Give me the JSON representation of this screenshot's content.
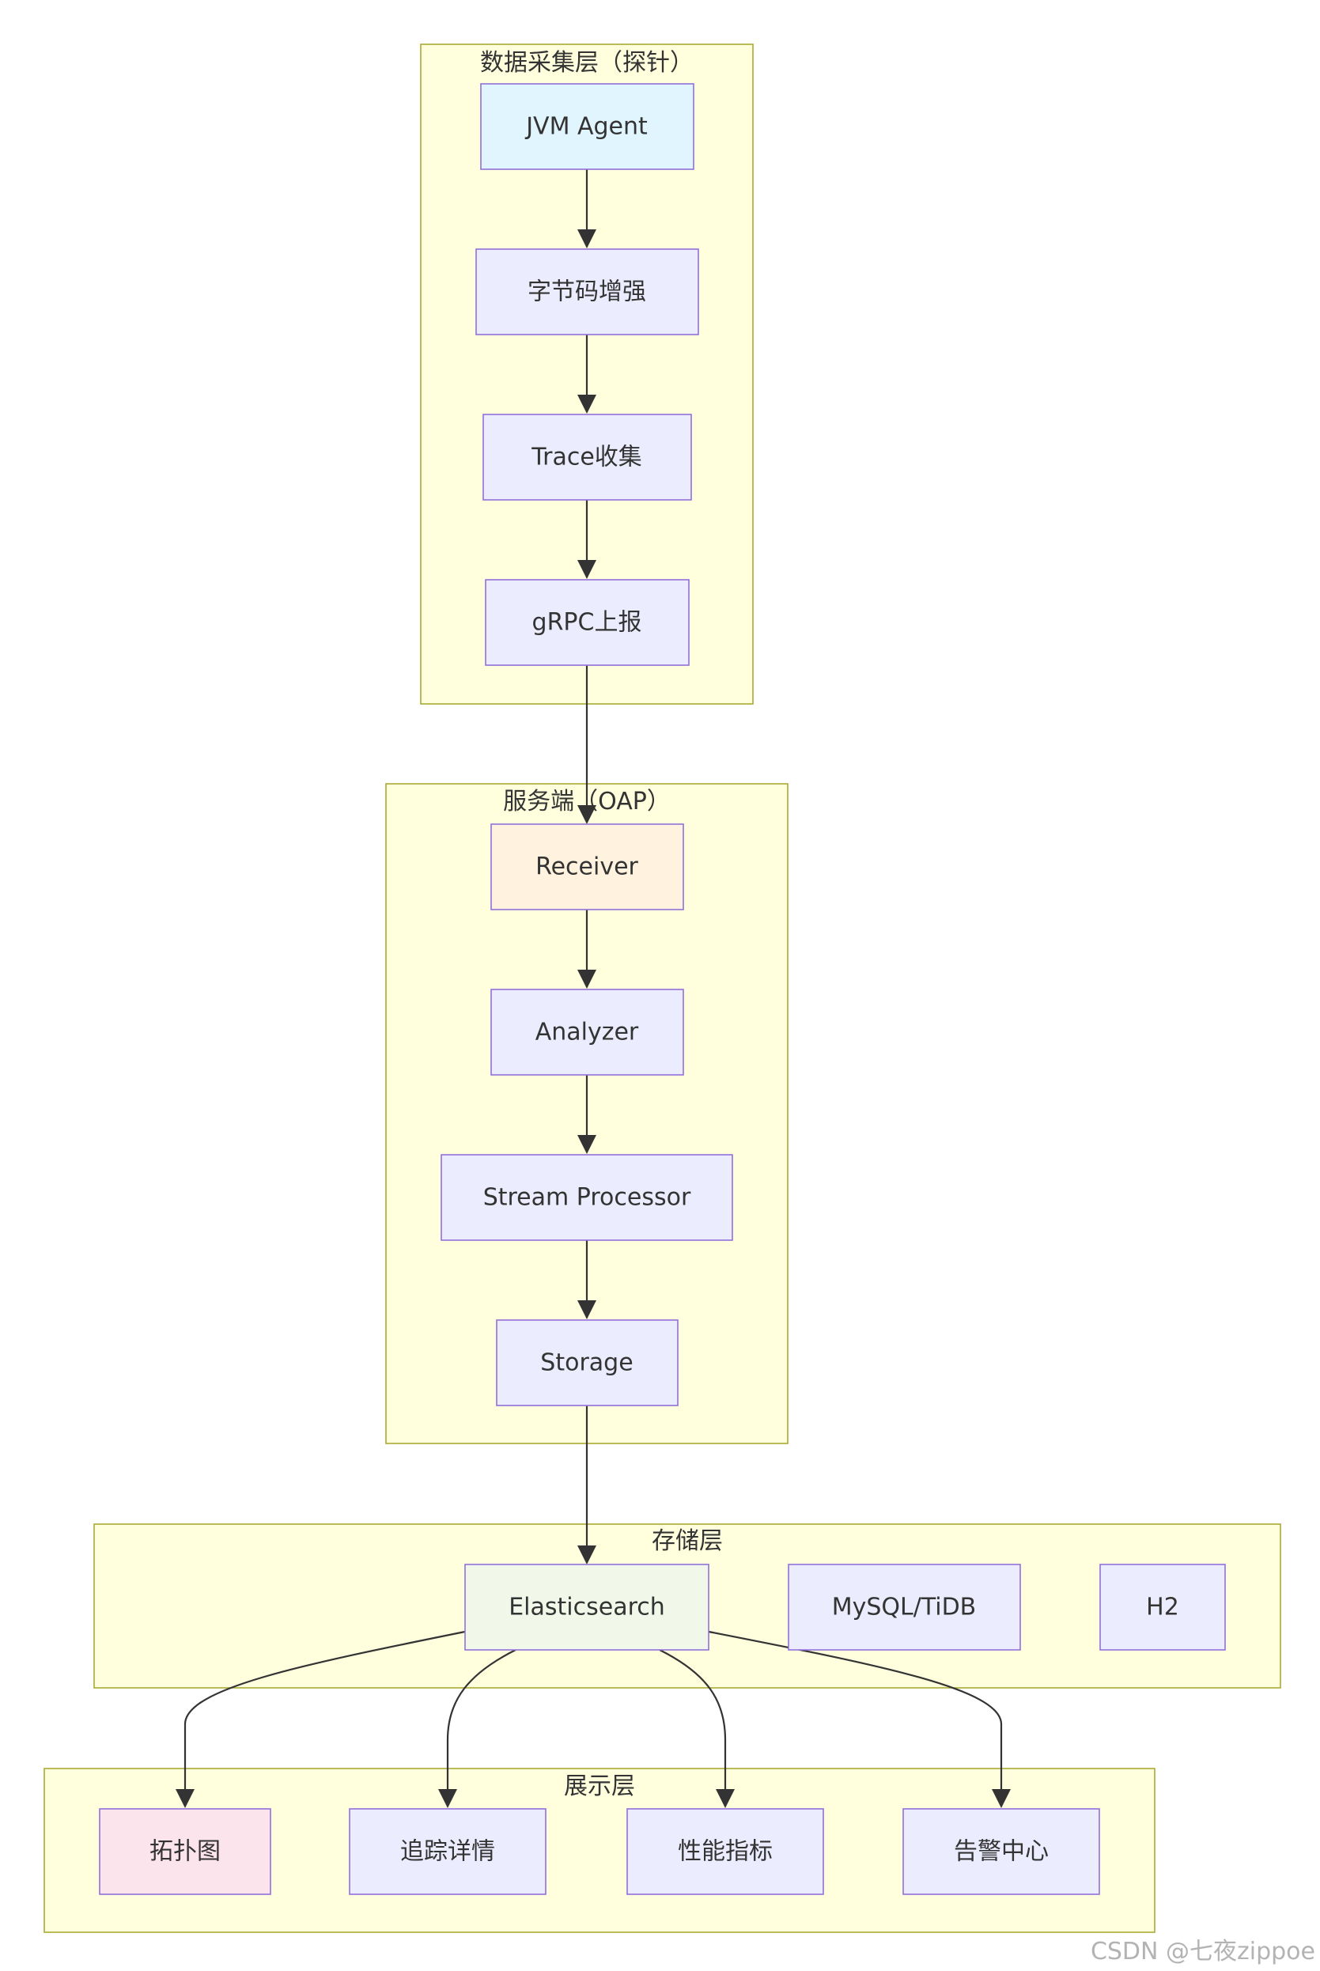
{
  "clusters": {
    "collect": "数据采集层（探针）",
    "oap": "服务端（OAP）",
    "storage": "存储层",
    "display": "展示层"
  },
  "nodes": {
    "jvm_agent": "JVM Agent",
    "bytecode": "字节码增强",
    "trace": "Trace收集",
    "grpc": "gRPC上报",
    "receiver": "Receiver",
    "analyzer": "Analyzer",
    "stream": "Stream Processor",
    "storage": "Storage",
    "es": "Elasticsearch",
    "mysql": "MySQL/TiDB",
    "h2": "H2",
    "topology": "拓扑图",
    "trace_detail": "追踪详情",
    "metrics": "性能指标",
    "alarm": "告警中心"
  },
  "colors": {
    "cluster_fill": "#ffffde",
    "cluster_stroke": "#aaaa33",
    "node_default": "#ececff",
    "node_stroke": "#9370db",
    "jvm_agent": "#e1f5fe",
    "receiver": "#fff3e0",
    "es": "#f1f8e9",
    "topology": "#fce4ec"
  },
  "watermark": "CSDN @七夜zippoe"
}
